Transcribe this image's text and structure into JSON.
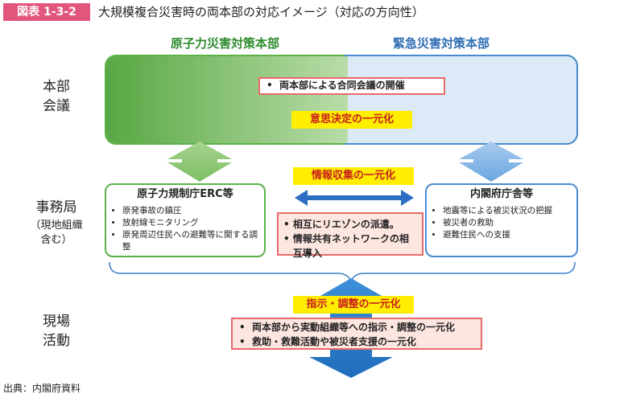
{
  "figure": {
    "badge": "図表 1-3-2",
    "title": "大規模複合災害時の両本部の対応イメージ（対応の方向性）"
  },
  "columns": {
    "left": "原子力災害対策本部",
    "right": "緊急災害対策本部"
  },
  "rows": {
    "hq_label": "本部\n会議",
    "office_label": "事務局",
    "office_sub": "（現地組織\n含む）",
    "field_label": "現場\n活動"
  },
  "hq": {
    "joint_meeting": "両本部による合同会議の開催",
    "decision": "意思決定の一元化"
  },
  "office": {
    "left_title": "原子力規制庁ERC等",
    "left_items": [
      "原発事故の鎮圧",
      "放射線モニタリング",
      "原発周辺住民への避難等に関する調整"
    ],
    "right_title": "内閣府庁舎等",
    "right_items": [
      "地震等による被災状況の把握",
      "被災者の救助",
      "避難住民への支援"
    ],
    "info_label": "情報収集の一元化",
    "liaison_items": [
      "相互にリエゾンの派遣。",
      "情報共有ネットワークの相互導入"
    ]
  },
  "field": {
    "command_label": "指示・調整の一元化",
    "items": [
      "両本部から実動組織等への指示・調整の一元化",
      "救助・救難活動や被災者支援の一元化"
    ]
  },
  "source": "出典：内閣府資料",
  "colors": {
    "badge": "#e2567e",
    "green": "#5bb347",
    "blue": "#4a8bd0",
    "yellow": "#ffee00",
    "red_text": "#c81e1e",
    "pink_box": "#fde6e0"
  }
}
